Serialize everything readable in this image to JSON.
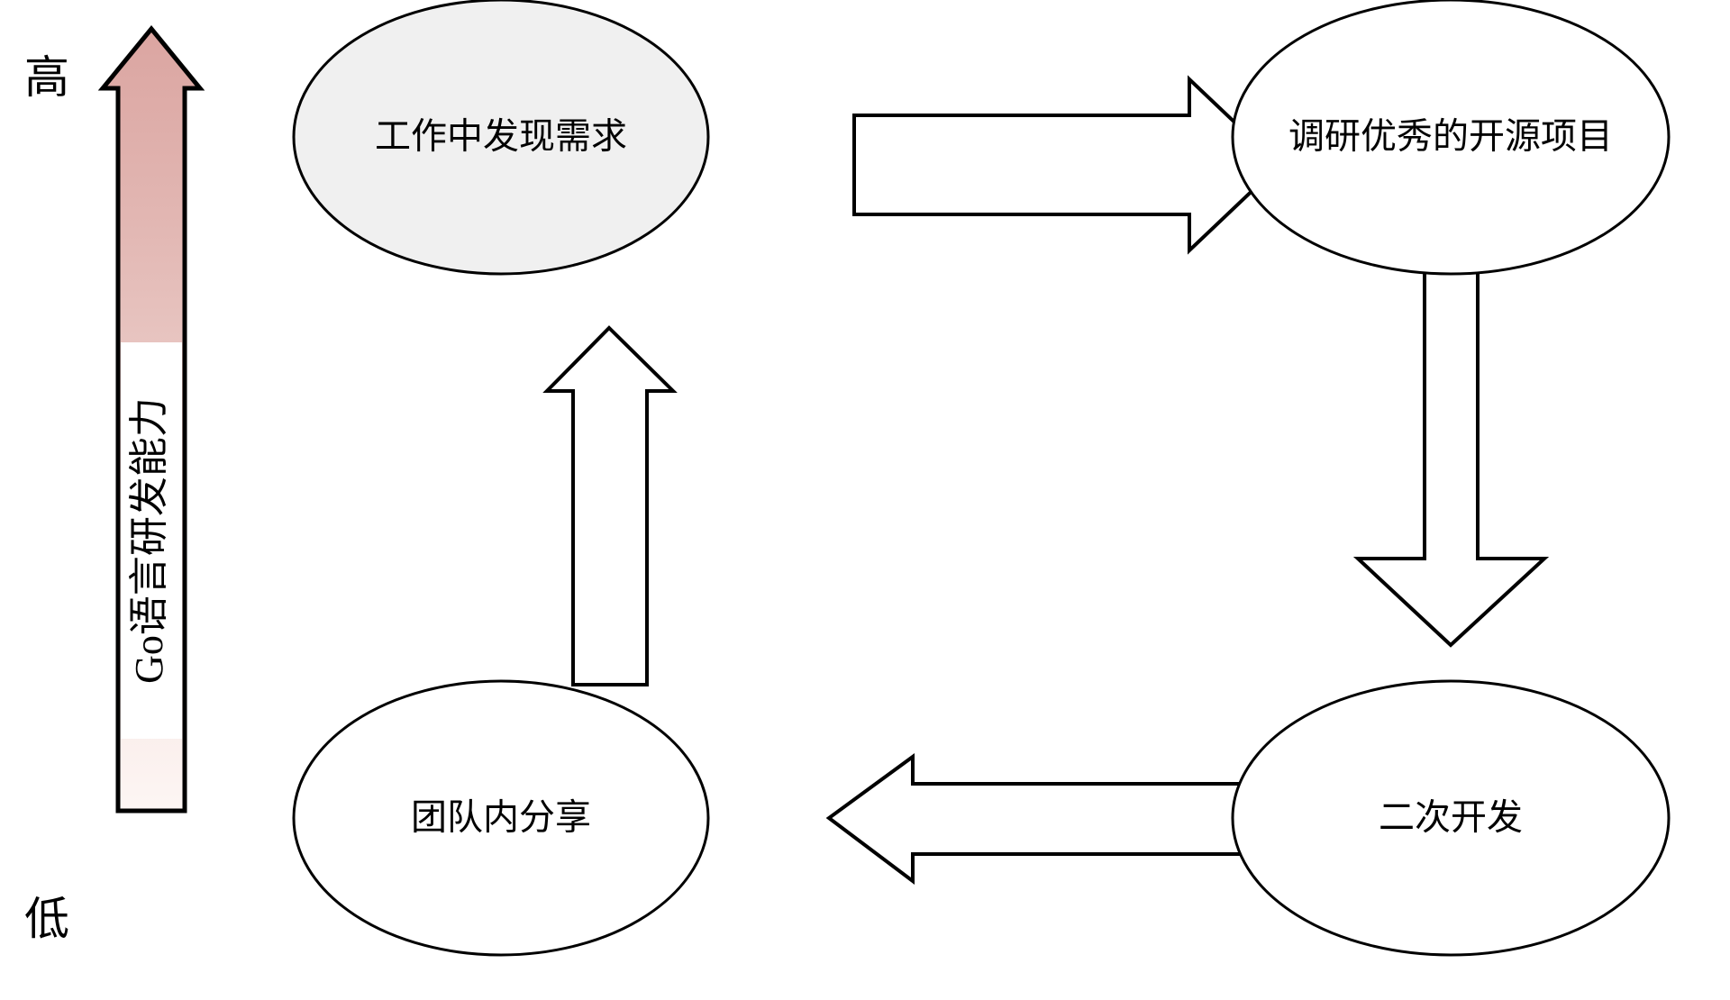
{
  "diagram": {
    "title_present": false,
    "background_color": "#ffffff",
    "stroke_color": "#000000",
    "axis": {
      "name": "go-capability-axis",
      "vertical_label": "Go语言研发能力",
      "high_label": "高",
      "low_label": "低",
      "gradient_top_color": "#dda8a4",
      "gradient_bottom_color": "#faefed",
      "direction": "up"
    },
    "nodes": [
      {
        "id": "discover-needs",
        "label": "工作中发现需求",
        "fill": "#f0f0f0",
        "position": "top-left"
      },
      {
        "id": "research-projects",
        "label": "调研优秀的开源项目",
        "fill": "#ffffff",
        "position": "top-right"
      },
      {
        "id": "secondary-development",
        "label": "二次开发",
        "fill": "#ffffff",
        "position": "bottom-right"
      },
      {
        "id": "team-sharing",
        "label": "团队内分享",
        "fill": "#ffffff",
        "position": "bottom-left"
      }
    ],
    "edges": [
      {
        "id": "edge-discover-to-research",
        "from": "discover-needs",
        "to": "research-projects",
        "direction": "right"
      },
      {
        "id": "edge-research-to-secdev",
        "from": "research-projects",
        "to": "secondary-development",
        "direction": "down"
      },
      {
        "id": "edge-secdev-to-sharing",
        "from": "secondary-development",
        "to": "team-sharing",
        "direction": "left"
      },
      {
        "id": "edge-sharing-to-discover",
        "from": "team-sharing",
        "to": "discover-needs",
        "direction": "up"
      }
    ]
  }
}
